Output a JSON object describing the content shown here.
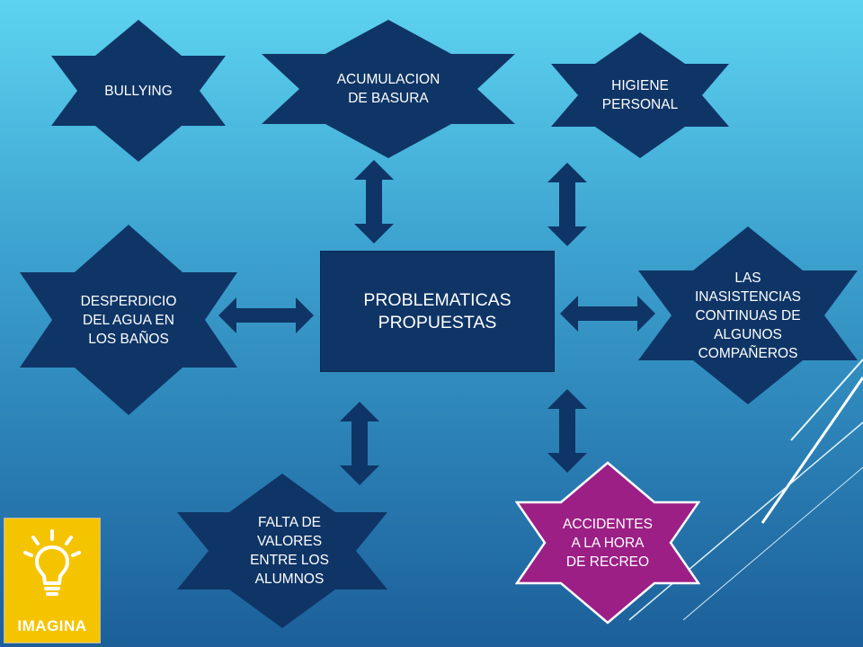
{
  "center": {
    "label": "PROBLEMATICAS\nPROPUESTAS"
  },
  "nodes": {
    "bullying": "BULLYING",
    "basura": "ACUMULACION\nDE BASURA",
    "higiene": "HIGIENE\nPERSONAL",
    "agua": "DESPERDICIO\nDEL AGUA EN\nLOS BAÑOS",
    "inasistencias": "LAS\nINASISTENCIAS\nCONTINUAS DE\nALGUNOS\nCOMPAÑEROS",
    "valores": "FALTA DE\nVALORES\nENTRE LOS\nALUMNOS",
    "accidentes": "ACCIDENTES\nA LA HORA\nDE RECREO"
  },
  "logo": {
    "text": "IMAGINA"
  },
  "colors": {
    "node_fill": "#0f3566",
    "highlight_fill": "#9c1f86",
    "logo_bg": "#f5c400"
  },
  "icons": {
    "logo_icon": "lightbulb-icon",
    "arrow_icon": "double-arrow-icon"
  }
}
